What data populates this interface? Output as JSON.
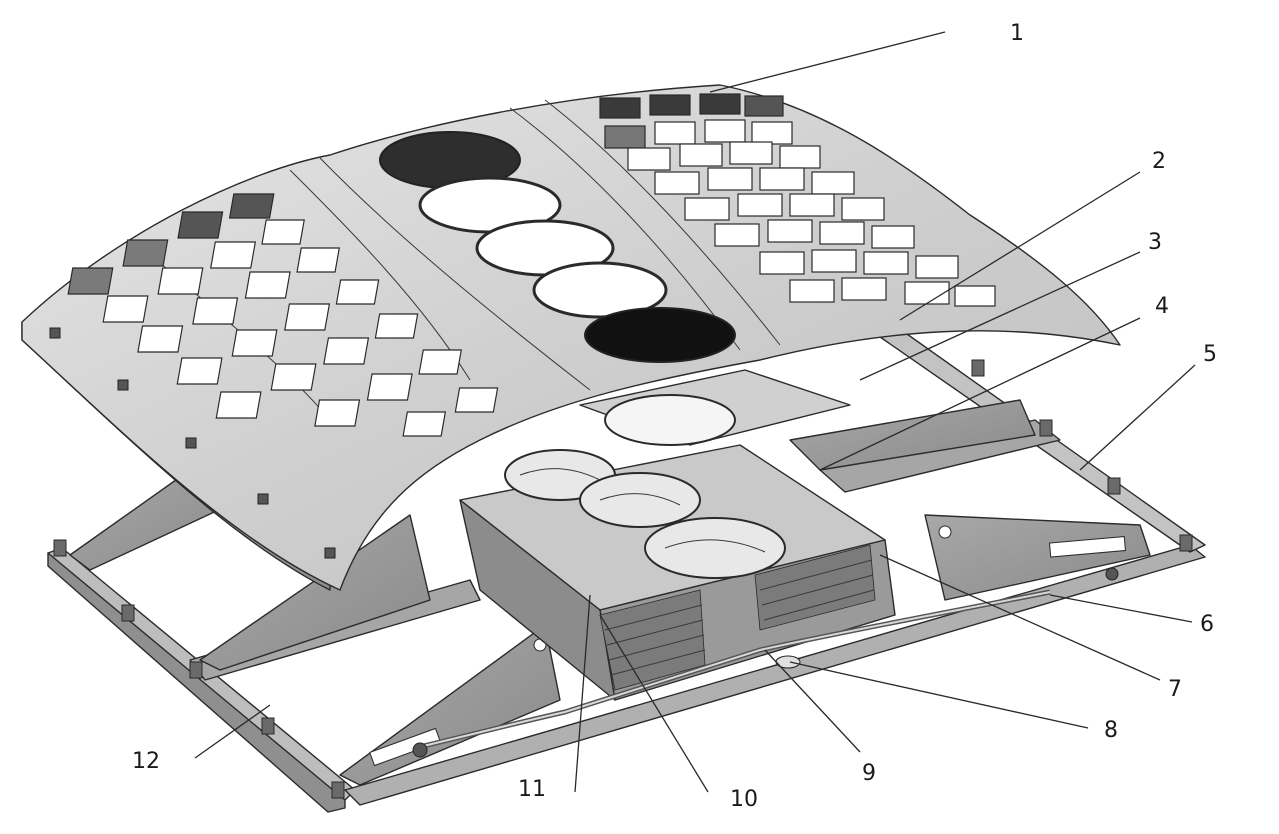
{
  "callouts": [
    {
      "id": "1",
      "label": "1"
    },
    {
      "id": "2",
      "label": "2"
    },
    {
      "id": "3",
      "label": "3"
    },
    {
      "id": "4",
      "label": "4"
    },
    {
      "id": "5",
      "label": "5"
    },
    {
      "id": "6",
      "label": "6"
    },
    {
      "id": "7",
      "label": "7"
    },
    {
      "id": "8",
      "label": "8"
    },
    {
      "id": "9",
      "label": "9"
    },
    {
      "id": "10",
      "label": "10"
    },
    {
      "id": "11",
      "label": "11"
    },
    {
      "id": "12",
      "label": "12"
    }
  ],
  "colors": {
    "panel_light": "#d6d6d6",
    "panel_mid": "#a9a9a9",
    "panel_dark": "#6e6e6e",
    "opening": "#ffffff",
    "opening_dark": "#2a2a2a",
    "line": "#2a2a2a"
  }
}
